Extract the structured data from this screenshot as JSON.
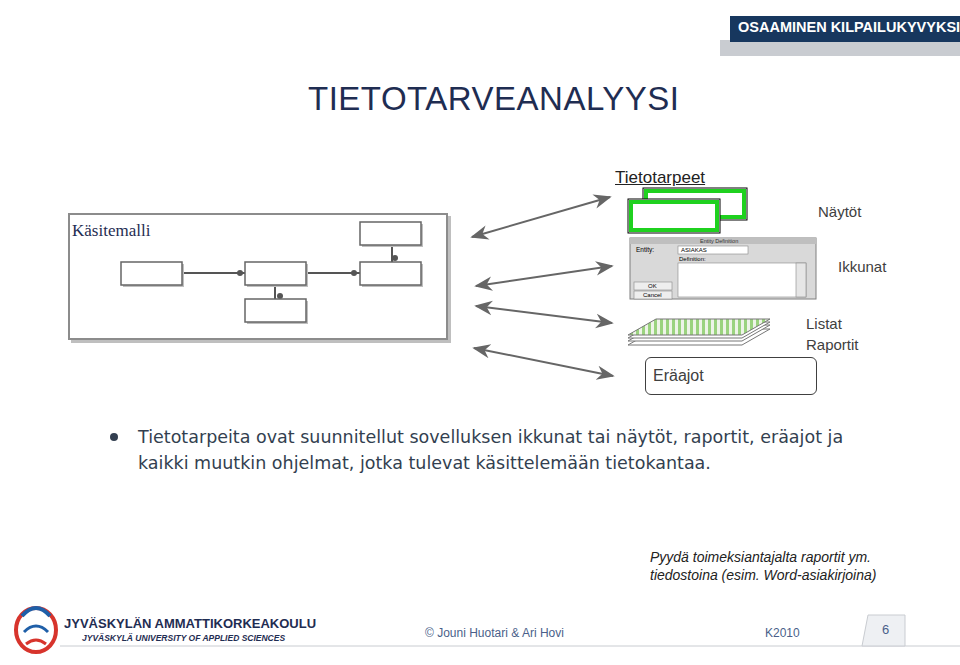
{
  "diagram": {
    "title": "TIETOTARVEANALYYSI",
    "nodes": [
      {
        "text": [
          "Käsitemalli"
        ]
      },
      {
        "text": [
          "Eräajot"
        ]
      }
    ],
    "edges": [
      {
        "from": 0,
        "to": 1,
        "arrow": "both"
      }
    ],
    "labels": [
      "OSAAMINEN KILPAILUKYVYKSI",
      "Tietotarpeet",
      "Näytöt",
      "Ikkunat",
      "Listat Raportit",
      "Entity Definition",
      "Entity:",
      "ASIAKAS",
      "Definition:",
      "OK",
      "Cancel",
      "Tietotarpeita ovat suunnitellut sovelluksen ikkunat tai näytöt, raportit, eräajot ja kaikki muutkin ohjelmat, jotka tulevat käsittelemään tietokantaa.",
      "Pyydä toimeksiantajalta raportit ym. tiedostoina (esim. Word-asiakirjoina)",
      "JYVÄSKYLÄN AMMATTIKORKEAKOULU",
      "JYVÄSKYLÄ UNIVERSITY OF APPLIED SCIENCES",
      "© Jouni Huotari & Ari Hovi",
      "K2010",
      "6"
    ]
  }
}
